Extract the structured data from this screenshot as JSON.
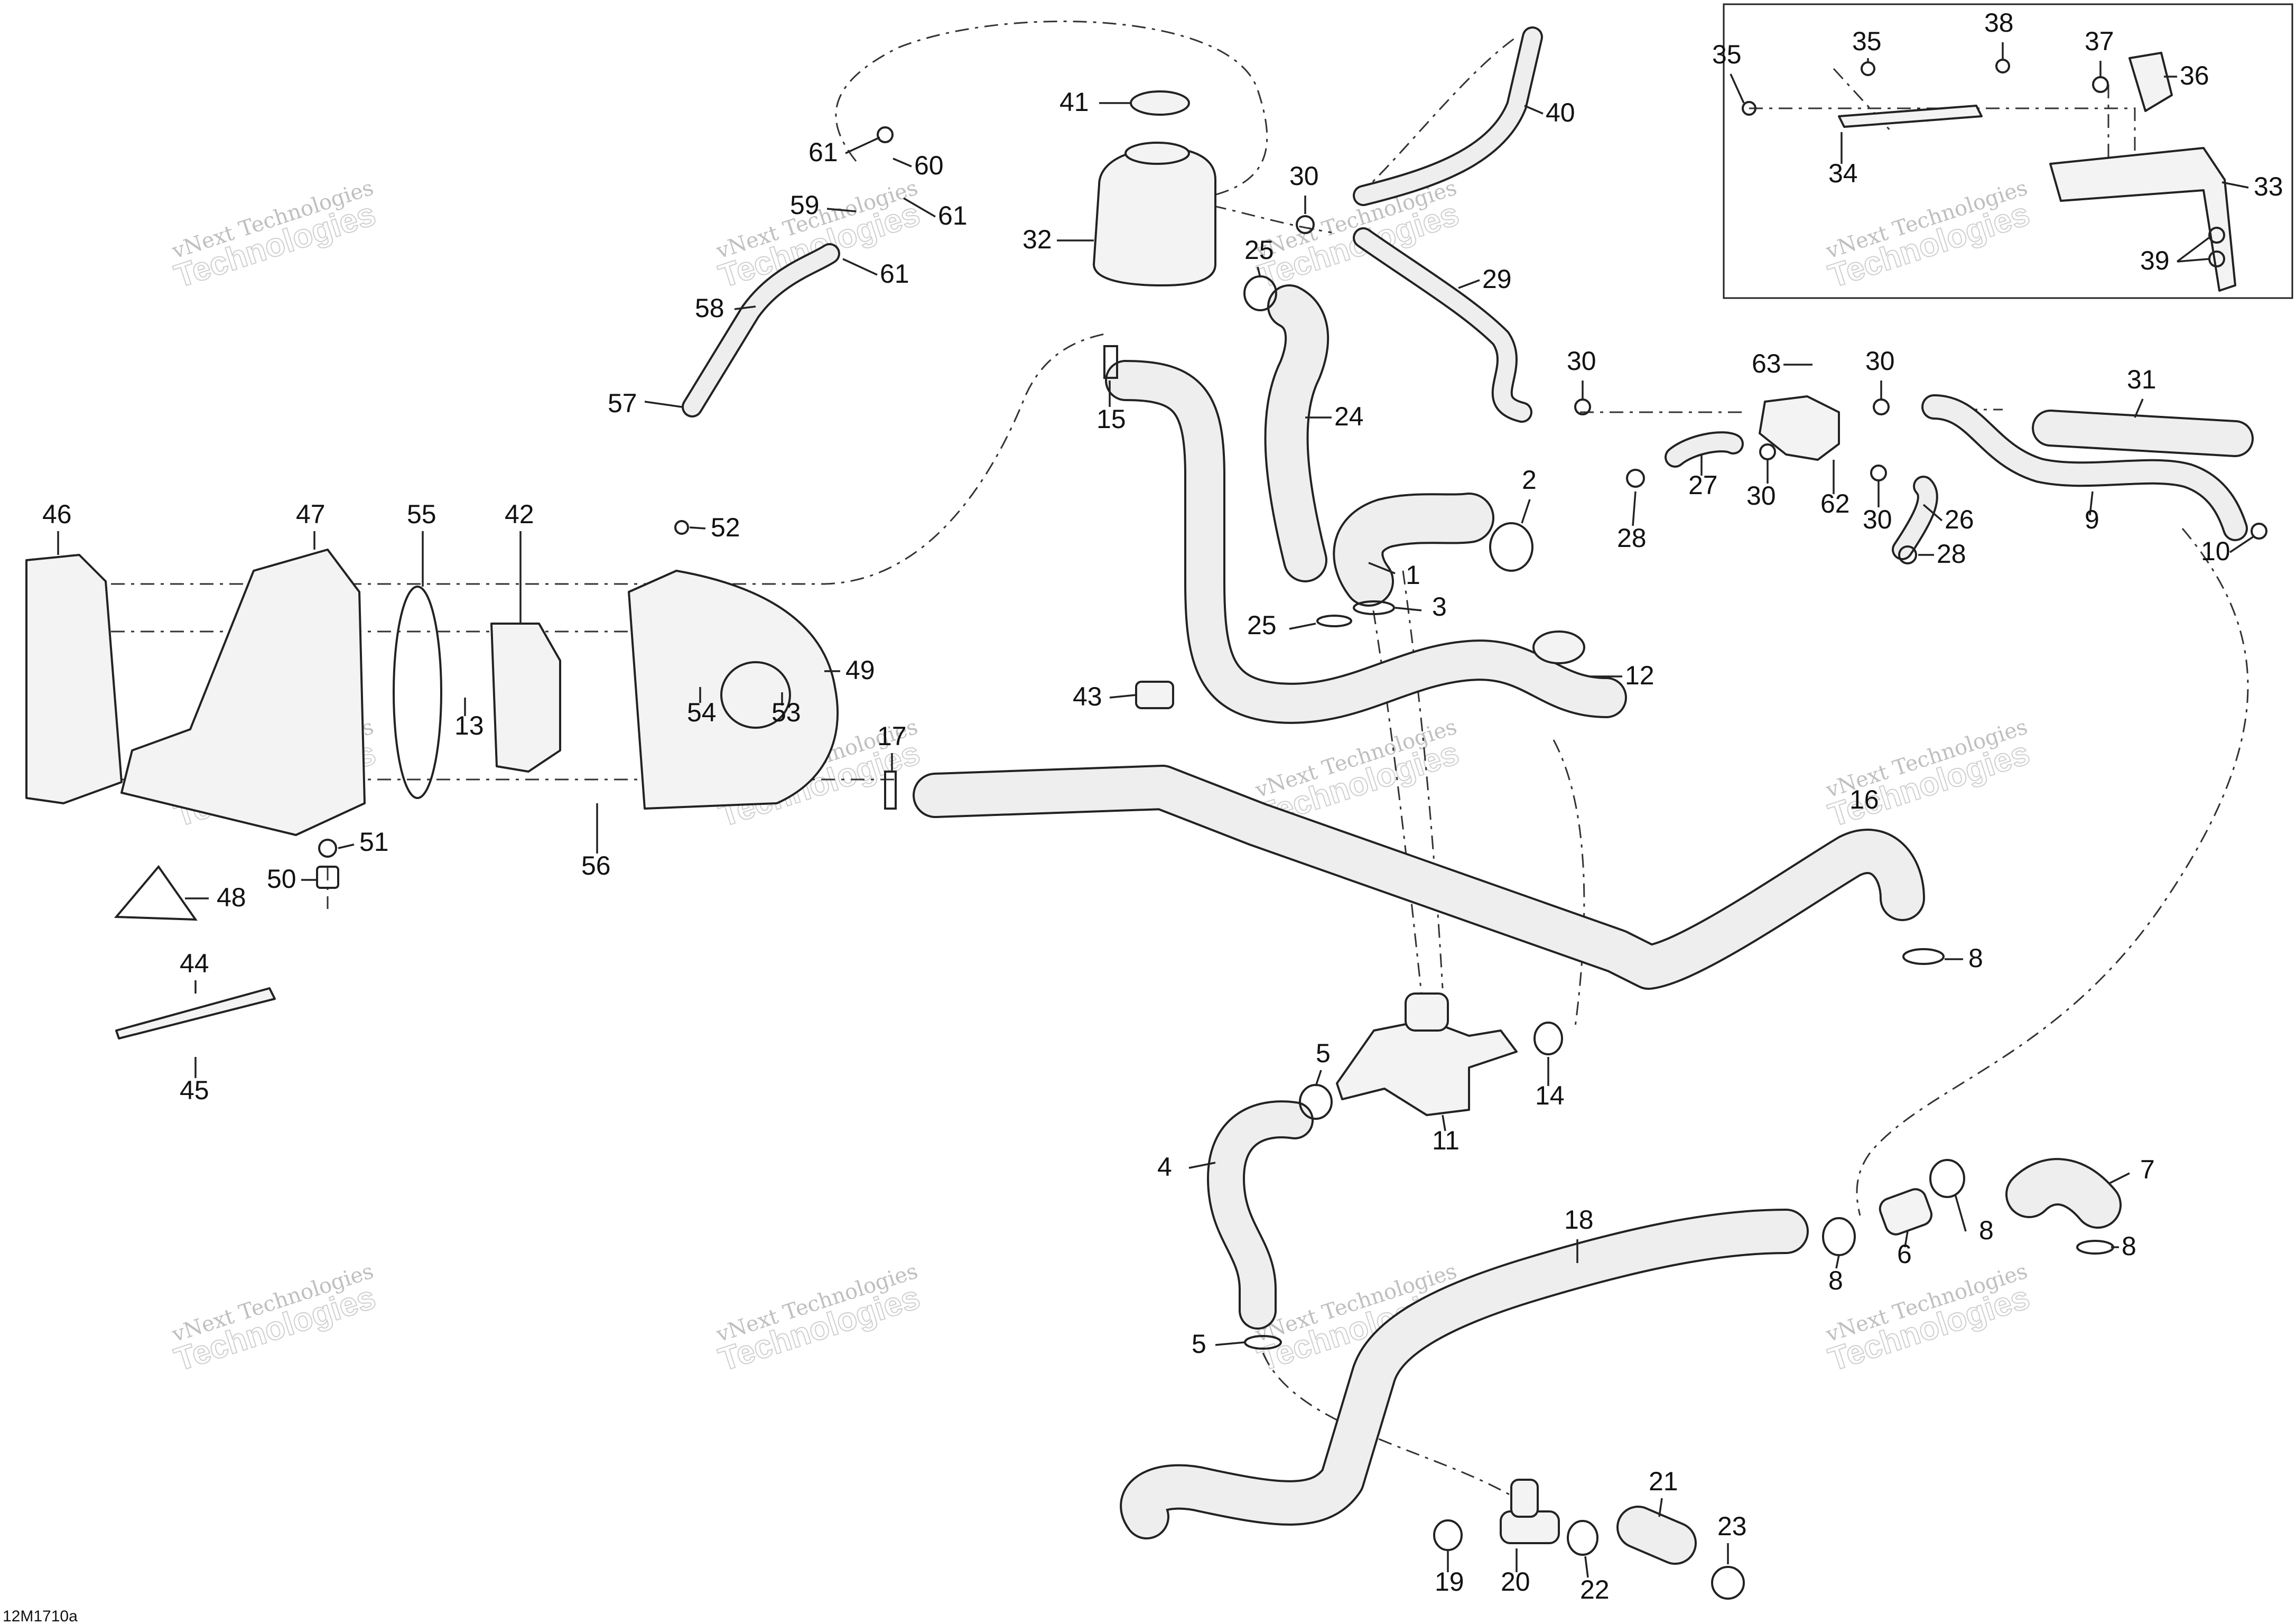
{
  "diagram": {
    "drawing_code": "12M1710a",
    "watermark_line1": "vNext Technologies",
    "watermark_line2": "Technologies",
    "callouts": [
      "1",
      "2",
      "3",
      "4",
      "5",
      "6",
      "7",
      "8",
      "9",
      "10",
      "11",
      "12",
      "13",
      "14",
      "15",
      "16",
      "17",
      "18",
      "19",
      "20",
      "21",
      "22",
      "23",
      "24",
      "25",
      "26",
      "27",
      "28",
      "29",
      "30",
      "31",
      "32",
      "33",
      "34",
      "35",
      "36",
      "37",
      "38",
      "39",
      "40",
      "41",
      "42",
      "43",
      "44",
      "45",
      "46",
      "47",
      "48",
      "49",
      "50",
      "51",
      "52",
      "53",
      "54",
      "55",
      "56",
      "57",
      "58",
      "59",
      "60",
      "61",
      "62",
      "63"
    ]
  }
}
